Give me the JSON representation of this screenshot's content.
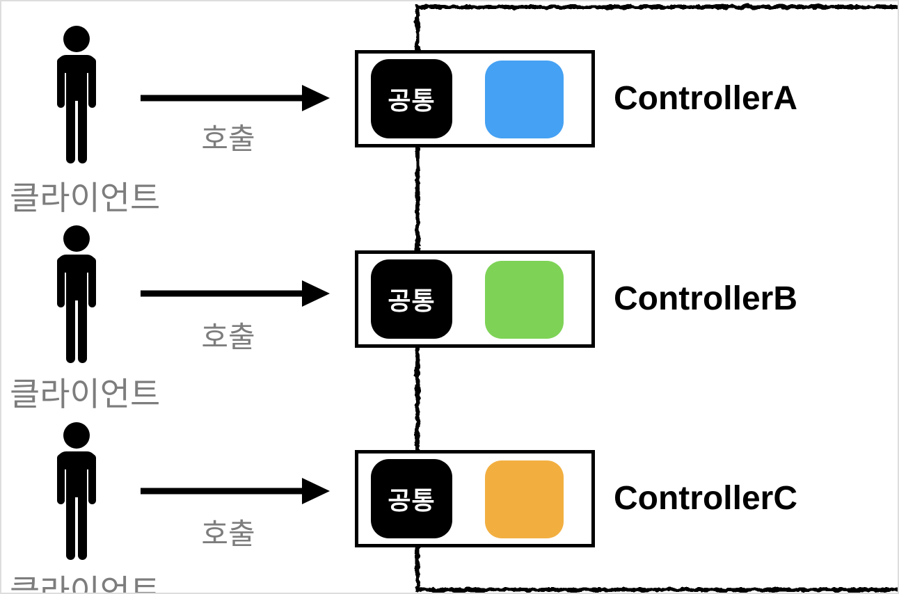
{
  "diagram": {
    "title_hint": "clients calling controllers with common logic",
    "clients": [
      {
        "label": "클라이언트",
        "action_label": "호출"
      },
      {
        "label": "클라이언트",
        "action_label": "호출"
      },
      {
        "label": "클라이언트",
        "action_label": "호출"
      }
    ],
    "controllers": [
      {
        "name": "ControllerA",
        "common_label": "공통",
        "accent_color": "#45a1f3"
      },
      {
        "name": "ControllerB",
        "common_label": "공통",
        "accent_color": "#7ed356"
      },
      {
        "name": "ControllerC",
        "common_label": "공통",
        "accent_color": "#f2af40"
      }
    ],
    "colors": {
      "common_box": "#000000",
      "gray_text": "#7d7d7d",
      "box_border": "#000000",
      "server_boundary": "#000000",
      "page_border": "#dddddd"
    }
  }
}
